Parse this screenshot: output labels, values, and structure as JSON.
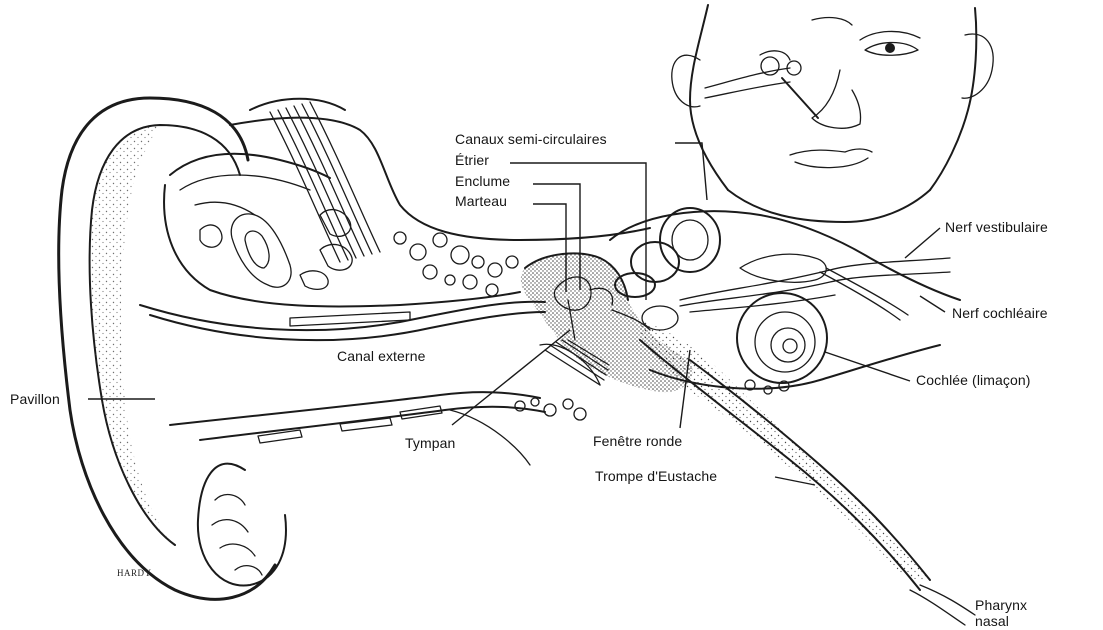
{
  "labels": {
    "canaux": "Canaux semi-circulaires",
    "etrier": "Étrier",
    "enclume": "Enclume",
    "marteau": "Marteau",
    "nerf_vestibulaire": "Nerf vestibulaire",
    "nerf_cochleaire": "Nerf cochléaire",
    "cochlee": "Cochlée (limaçon)",
    "canal_externe": "Canal externe",
    "pavillon": "Pavillon",
    "tympan": "Tympan",
    "fenetre_ronde": "Fenêtre ronde",
    "trompe": "Trompe d'Eustache",
    "pharynx_line1": "Pharynx",
    "pharynx_line2": "nasal"
  },
  "signature": "HARDY",
  "colors": {
    "ink": "#1b1b1b",
    "background": "#ffffff"
  }
}
